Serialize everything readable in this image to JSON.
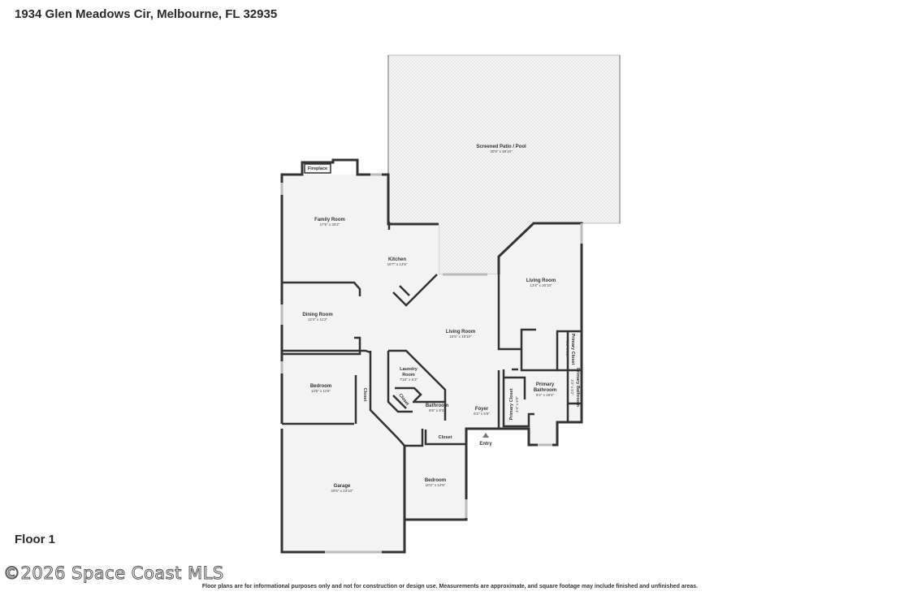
{
  "header": {
    "address": "1934 Glen Meadows Cir, Melbourne, FL 32935"
  },
  "floor": {
    "label": "Floor 1"
  },
  "watermark": "©2026 Space Coast MLS",
  "disclaimer": "Floor plans are for informational purposes only and not for construction or design use. Measurements are approximate, and square footage may include finished and unfinished areas.",
  "rooms": {
    "patio": {
      "name": "Screened Patio / Pool",
      "dim": "30'9\" x 36'10\""
    },
    "family": {
      "name": "Family Room",
      "dim": "17'5\" x 20'2\""
    },
    "kitchen": {
      "name": "Kitchen",
      "dim": "16'7\" x 13'6\""
    },
    "dining": {
      "name": "Dining Room",
      "dim": "12'4\" x 11'2\""
    },
    "living_center": {
      "name": "Living Room",
      "dim": "15'5\" x 19'10\""
    },
    "living_right": {
      "name": "Living Room",
      "dim": "13'4\" x 20'10\""
    },
    "laundry": {
      "name1": "Laundry",
      "name2": "Room",
      "dim": "7'10\" x 5'3\""
    },
    "bedroom_left": {
      "name": "Bedroom",
      "dim": "14'6\" x 11'6\""
    },
    "bathroom": {
      "name": "Bathroom",
      "dim": "8'6\" x 8'3\""
    },
    "foyer": {
      "name": "Foyer",
      "dim": "6'2\" x 5'6\""
    },
    "primary_bath": {
      "name1": "Primary",
      "name2": "Bathroom",
      "dim": "9'4\" x 19'4\""
    },
    "garage": {
      "name": "Garage",
      "dim": "20'5\" x 23'10\""
    },
    "bedroom_bottom": {
      "name": "Bedroom",
      "dim": "10'2\" x 12'5\""
    }
  },
  "labels": {
    "fireplace": "Fireplace",
    "closet_left": "Closet",
    "closet_diag": "Closet",
    "closet_bottom": "Closet",
    "primary_closet_right": "Primary Closet",
    "primary_closet_right_dim": "3'3\" x 8'2\"",
    "primary_closet_left": "Primary Closet",
    "primary_closet_left_dim": "4'4\" x 6'9\"",
    "primary_bathroom_small": "Primary Bathroom",
    "primary_bathroom_small_dim": "3'3\" x 5'2\"",
    "entry": "Entry"
  }
}
